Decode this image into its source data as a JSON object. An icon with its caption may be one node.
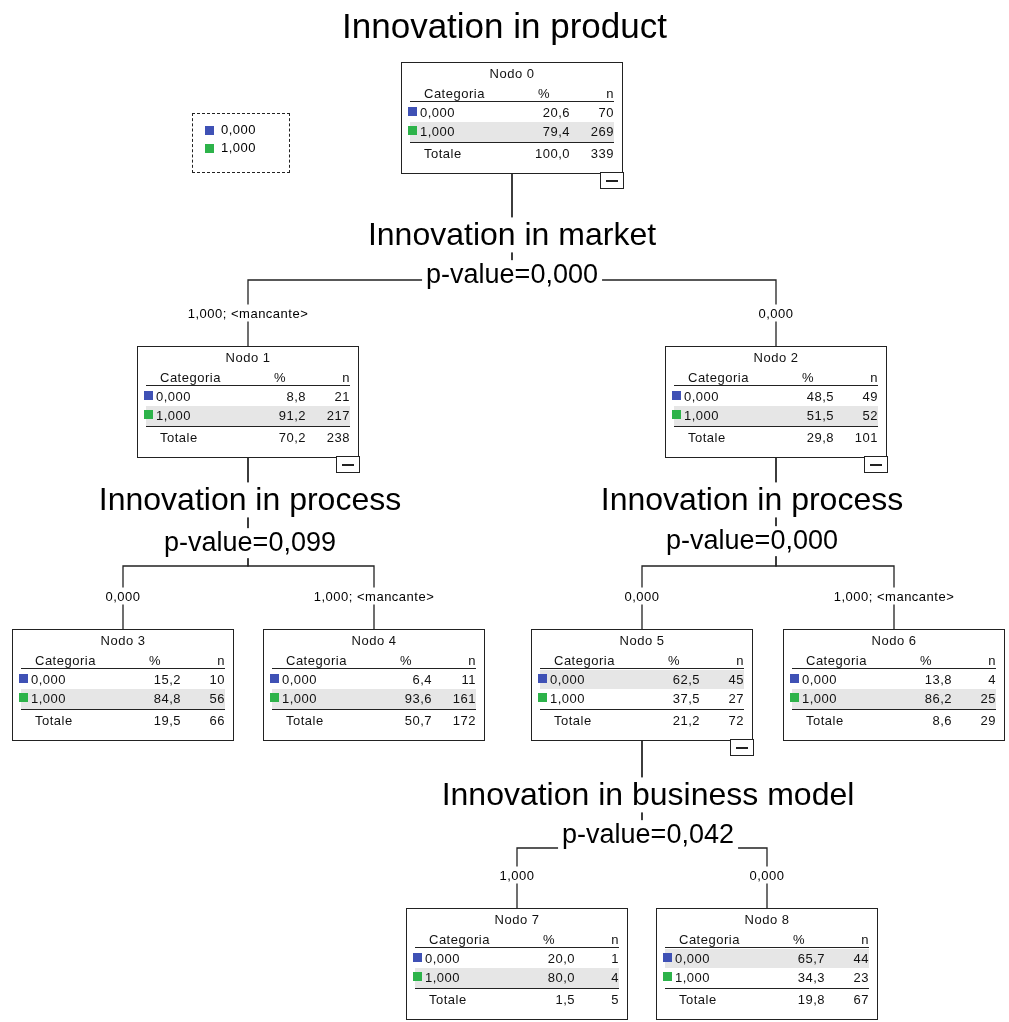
{
  "diagram": {
    "title": "Innovation in product",
    "nodes": [
      {
        "text": [
          "Nodo 0",
          "Categoria",
          "%",
          "n",
          "0,000",
          "20,6",
          "70",
          "1,000",
          "79,4",
          "269",
          "Totale",
          "100,0",
          "339"
        ],
        "beside": [
          "Innovation in market",
          "p-value=0,000"
        ]
      },
      {
        "text": [
          "Nodo 1",
          "Categoria",
          "%",
          "n",
          "0,000",
          "8,8",
          "21",
          "1,000",
          "91,2",
          "217",
          "Totale",
          "70,2",
          "238"
        ],
        "beside": [
          "Innovation in process",
          "p-value=0,099"
        ]
      },
      {
        "text": [
          "Nodo 2",
          "Categoria",
          "%",
          "n",
          "0,000",
          "48,5",
          "49",
          "1,000",
          "51,5",
          "52",
          "Totale",
          "29,8",
          "101"
        ],
        "beside": [
          "Innovation in process",
          "p-value=0,000"
        ]
      },
      {
        "text": [
          "Nodo 3",
          "Categoria",
          "%",
          "n",
          "0,000",
          "15,2",
          "10",
          "1,000",
          "84,8",
          "56",
          "Totale",
          "19,5",
          "66"
        ]
      },
      {
        "text": [
          "Nodo 4",
          "Categoria",
          "%",
          "n",
          "0,000",
          "6,4",
          "11",
          "1,000",
          "93,6",
          "161",
          "Totale",
          "50,7",
          "172"
        ]
      },
      {
        "text": [
          "Nodo 5",
          "Categoria",
          "%",
          "n",
          "0,000",
          "62,5",
          "45",
          "1,000",
          "37,5",
          "27",
          "Totale",
          "21,2",
          "72"
        ],
        "beside": [
          "Innovation in business model",
          "p-value=0,042"
        ]
      },
      {
        "text": [
          "Nodo 6",
          "Categoria",
          "%",
          "n",
          "0,000",
          "13,8",
          "4",
          "1,000",
          "86,2",
          "25",
          "Totale",
          "8,6",
          "29"
        ]
      },
      {
        "text": [
          "Nodo 7",
          "Categoria",
          "%",
          "n",
          "0,000",
          "20,0",
          "1",
          "1,000",
          "80,0",
          "4",
          "Totale",
          "1,5",
          "5"
        ]
      },
      {
        "text": [
          "Nodo 8",
          "Categoria",
          "%",
          "n",
          "0,000",
          "65,7",
          "44",
          "1,000",
          "34,3",
          "23",
          "Totale",
          "19,8",
          "67"
        ]
      }
    ],
    "edges": [
      {
        "from": 0,
        "to": 1,
        "arrow": "none",
        "label": "1,000; <mancante>"
      },
      {
        "from": 0,
        "to": 2,
        "arrow": "none",
        "label": "0,000"
      },
      {
        "from": 1,
        "to": 3,
        "arrow": "none",
        "label": "0,000"
      },
      {
        "from": 1,
        "to": 4,
        "arrow": "none",
        "label": "1,000; <mancante>"
      },
      {
        "from": 2,
        "to": 5,
        "arrow": "none",
        "label": "0,000"
      },
      {
        "from": 2,
        "to": 6,
        "arrow": "none",
        "label": "1,000; <mancante>"
      },
      {
        "from": 5,
        "to": 7,
        "arrow": "none",
        "label": "1,000"
      },
      {
        "from": 5,
        "to": 8,
        "arrow": "none",
        "label": "0,000"
      }
    ],
    "legend": [
      {
        "text": "0,000",
        "color": "#3f51b5"
      },
      {
        "text": "1,000",
        "color": "#2db34a"
      }
    ]
  }
}
